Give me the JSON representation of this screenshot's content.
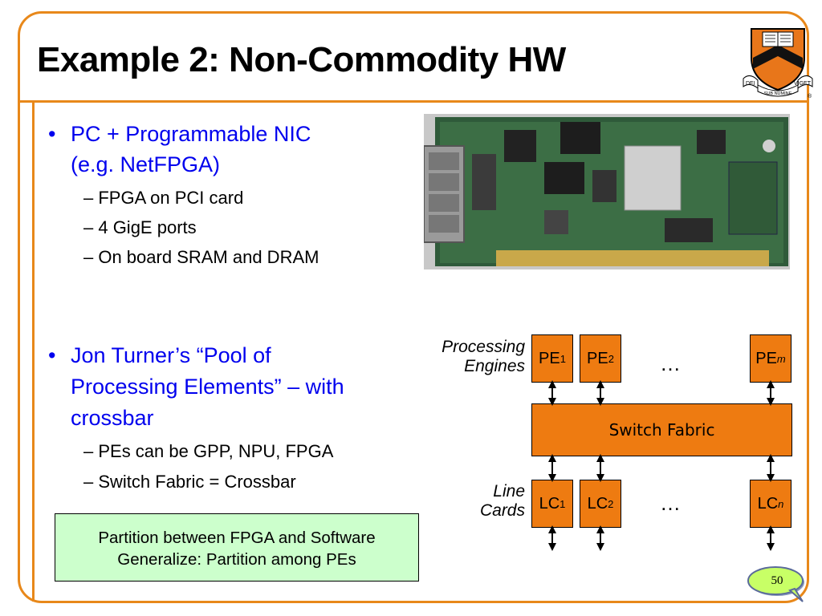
{
  "slide": {
    "title": "Example 2: Non-Commodity HW",
    "page_number": "50"
  },
  "logo": {
    "icon": "princeton-shield-icon",
    "motto_left": "DEI",
    "motto_center": "SUB NUMINE",
    "motto_right": "VIGET",
    "registered_mark": "®"
  },
  "bullet1": {
    "marker": "•",
    "line1": "PC + Programmable NIC",
    "line2": "(e.g. NetFPGA)",
    "subs": [
      "– FPGA on PCI card",
      "– 4 GigE ports",
      "– On board SRAM and DRAM"
    ]
  },
  "bullet2": {
    "marker": "•",
    "line1": "Jon Turner’s “Pool of",
    "line2": "Processing Elements” – with",
    "line3": "crossbar",
    "subs": [
      "– PEs can be GPP, NPU, FPGA",
      "– Switch Fabric = Crossbar"
    ]
  },
  "diagram": {
    "processing_engines_label": [
      "Processing",
      "Engines"
    ],
    "line_cards_label": [
      "Line",
      "Cards"
    ],
    "pe": [
      {
        "base": "PE",
        "sub": "1"
      },
      {
        "base": "PE",
        "sub": "2"
      },
      {
        "base": "PE",
        "sub": "m"
      }
    ],
    "lc": [
      {
        "base": "LC",
        "sub": "1"
      },
      {
        "base": "LC",
        "sub": "2"
      },
      {
        "base": "LC",
        "sub": "n"
      }
    ],
    "ellipsis": "…",
    "switch_fabric": "Switch Fabric"
  },
  "note": {
    "line1": "Partition between FPGA and Software",
    "line2": "Generalize: Partition among PEs"
  },
  "image": {
    "icon": "netfpga-board-photo"
  },
  "colors": {
    "frame": "#e8881a",
    "bullet_text": "#0000ee",
    "box_fill": "#ee7b11",
    "note_fill": "#ccffcc",
    "page_bubble": "#c8ff66"
  }
}
